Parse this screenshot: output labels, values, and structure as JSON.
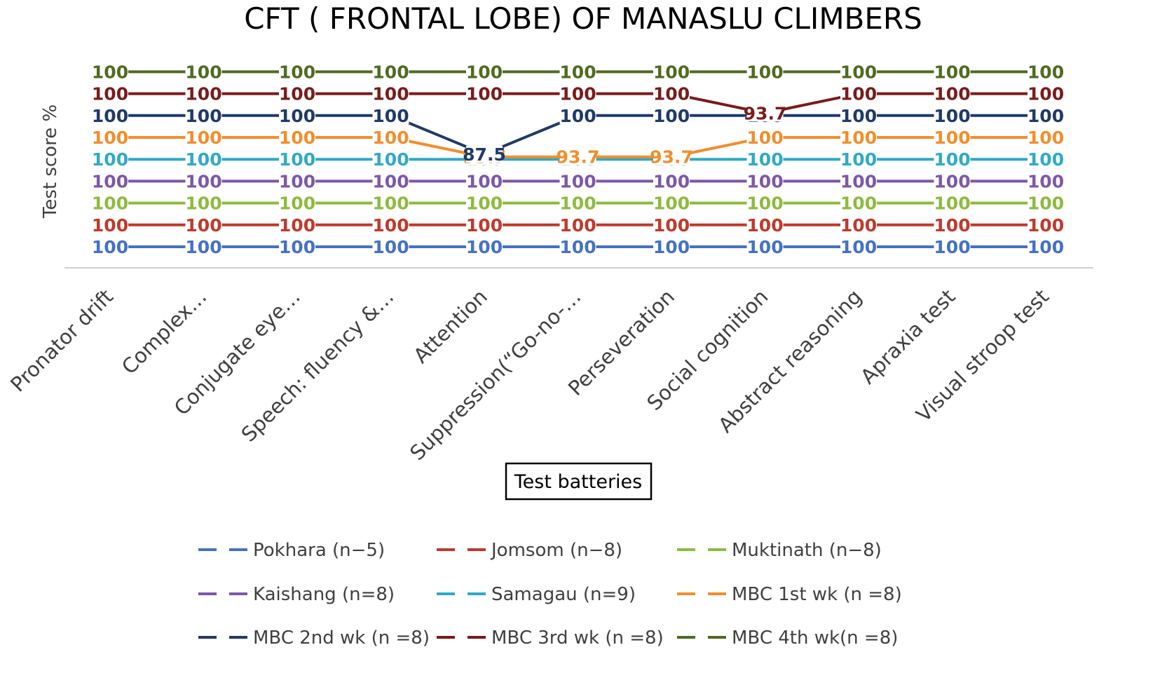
{
  "chart_data": {
    "type": "line",
    "title": "CFT ( FRONTAL LOBE) OF MANASLU CLIMBERS",
    "xlabel": "Test batteries",
    "ylabel": "Test score %",
    "categories": [
      "Pronator drift",
      "Complex…",
      "Conjugate eye…",
      "Speech: fluency &…",
      "Attention",
      "Suppression(“Go-no-…",
      "Perseveration",
      "Social cognition",
      "Abstract reasoning",
      "Apraxia test",
      "Visual stroop test"
    ],
    "series": [
      {
        "name": "Pokhara (n−5)",
        "color": "#4472C4",
        "values": [
          100,
          100,
          100,
          100,
          100,
          100,
          100,
          100,
          100,
          100,
          100
        ]
      },
      {
        "name": "Jomsom (n−8)",
        "color": "#C0392B",
        "values": [
          100,
          100,
          100,
          100,
          100,
          100,
          100,
          100,
          100,
          100,
          100
        ]
      },
      {
        "name": "Muktinath (n−8)",
        "color": "#8DBB3D",
        "values": [
          100,
          100,
          100,
          100,
          100,
          100,
          100,
          100,
          100,
          100,
          100
        ]
      },
      {
        "name": "Kaishang (n=8)",
        "color": "#7E57A8",
        "values": [
          100,
          100,
          100,
          100,
          100,
          100,
          100,
          100,
          100,
          100,
          100
        ]
      },
      {
        "name": "Samagau (n=9)",
        "color": "#2FA9C9",
        "values": [
          100,
          100,
          100,
          100,
          100,
          100,
          100,
          100,
          100,
          100,
          100
        ]
      },
      {
        "name": "MBC 1st wk (n =8)",
        "color": "#F28E2B",
        "values": [
          100,
          100,
          100,
          100,
          93.7,
          93.7,
          93.7,
          100,
          100,
          100,
          100
        ]
      },
      {
        "name": "MBC 2nd wk (n =8)",
        "color": "#1F3A68",
        "values": [
          100,
          100,
          100,
          100,
          87.5,
          100,
          100,
          100,
          100,
          100,
          100
        ]
      },
      {
        "name": "MBC 3rd wk (n =8)",
        "color": "#7B1A1A",
        "values": [
          100,
          100,
          100,
          100,
          100,
          100,
          100,
          93.7,
          100,
          100,
          100
        ]
      },
      {
        "name": "MBC 4th wk(n =8)",
        "color": "#4F6B20",
        "values": [
          100,
          100,
          100,
          100,
          100,
          100,
          100,
          100,
          100,
          100,
          100
        ]
      }
    ],
    "data_labels": true,
    "legend_position": "bottom",
    "grid": false
  }
}
